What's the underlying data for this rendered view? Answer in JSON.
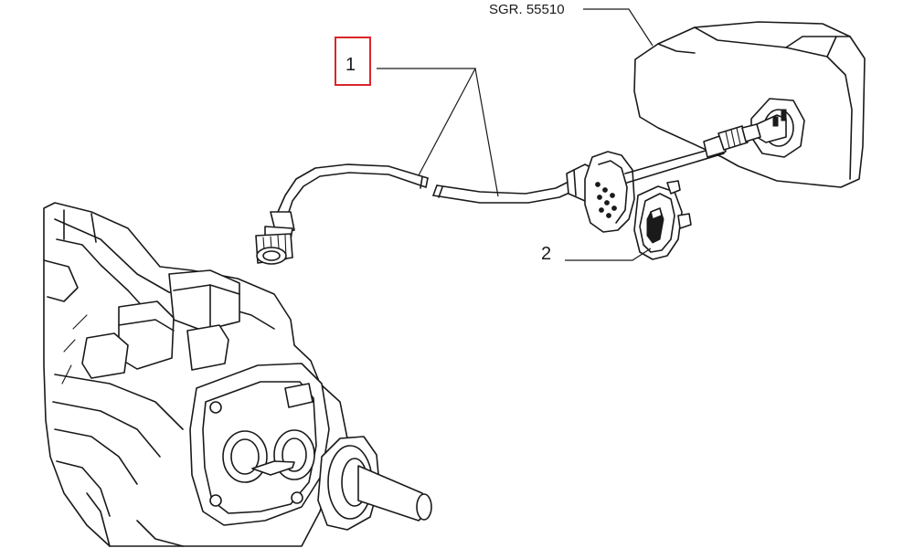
{
  "callouts": {
    "reference": {
      "text": "SGR. 55510"
    },
    "part_1": {
      "text": "1",
      "highlight_color": "#d9262b"
    },
    "part_2": {
      "text": "2"
    }
  },
  "colors": {
    "line": "#1a1a1a",
    "background": "#ffffff"
  }
}
